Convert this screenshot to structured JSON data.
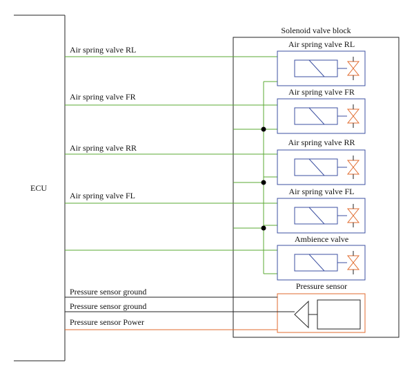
{
  "ecu": {
    "label": "ECU"
  },
  "block": {
    "title": "Solenoid valve block"
  },
  "wires": [
    "Air spring valve RL",
    "Air spring valve FR",
    "Air spring valve RR",
    "Air spring valve FL"
  ],
  "valves": [
    "Air spring valve RL",
    "Air spring valve FR",
    "Air spring valve RR",
    "Air spring valve FL",
    "Ambience valve"
  ],
  "sensor": {
    "title": "Pressure sensor",
    "lines": [
      "Pressure sensor ground",
      "Pressure sensor ground",
      "Pressure sensor Power"
    ]
  },
  "colors": {
    "signal_wire": "#5aa832",
    "valve_box": "#3b4fa0",
    "valve_symbol": "#e06a2c",
    "sensor_box": "#e06a2c",
    "power_wire": "#e06a2c",
    "ground_wire": "#222222"
  }
}
